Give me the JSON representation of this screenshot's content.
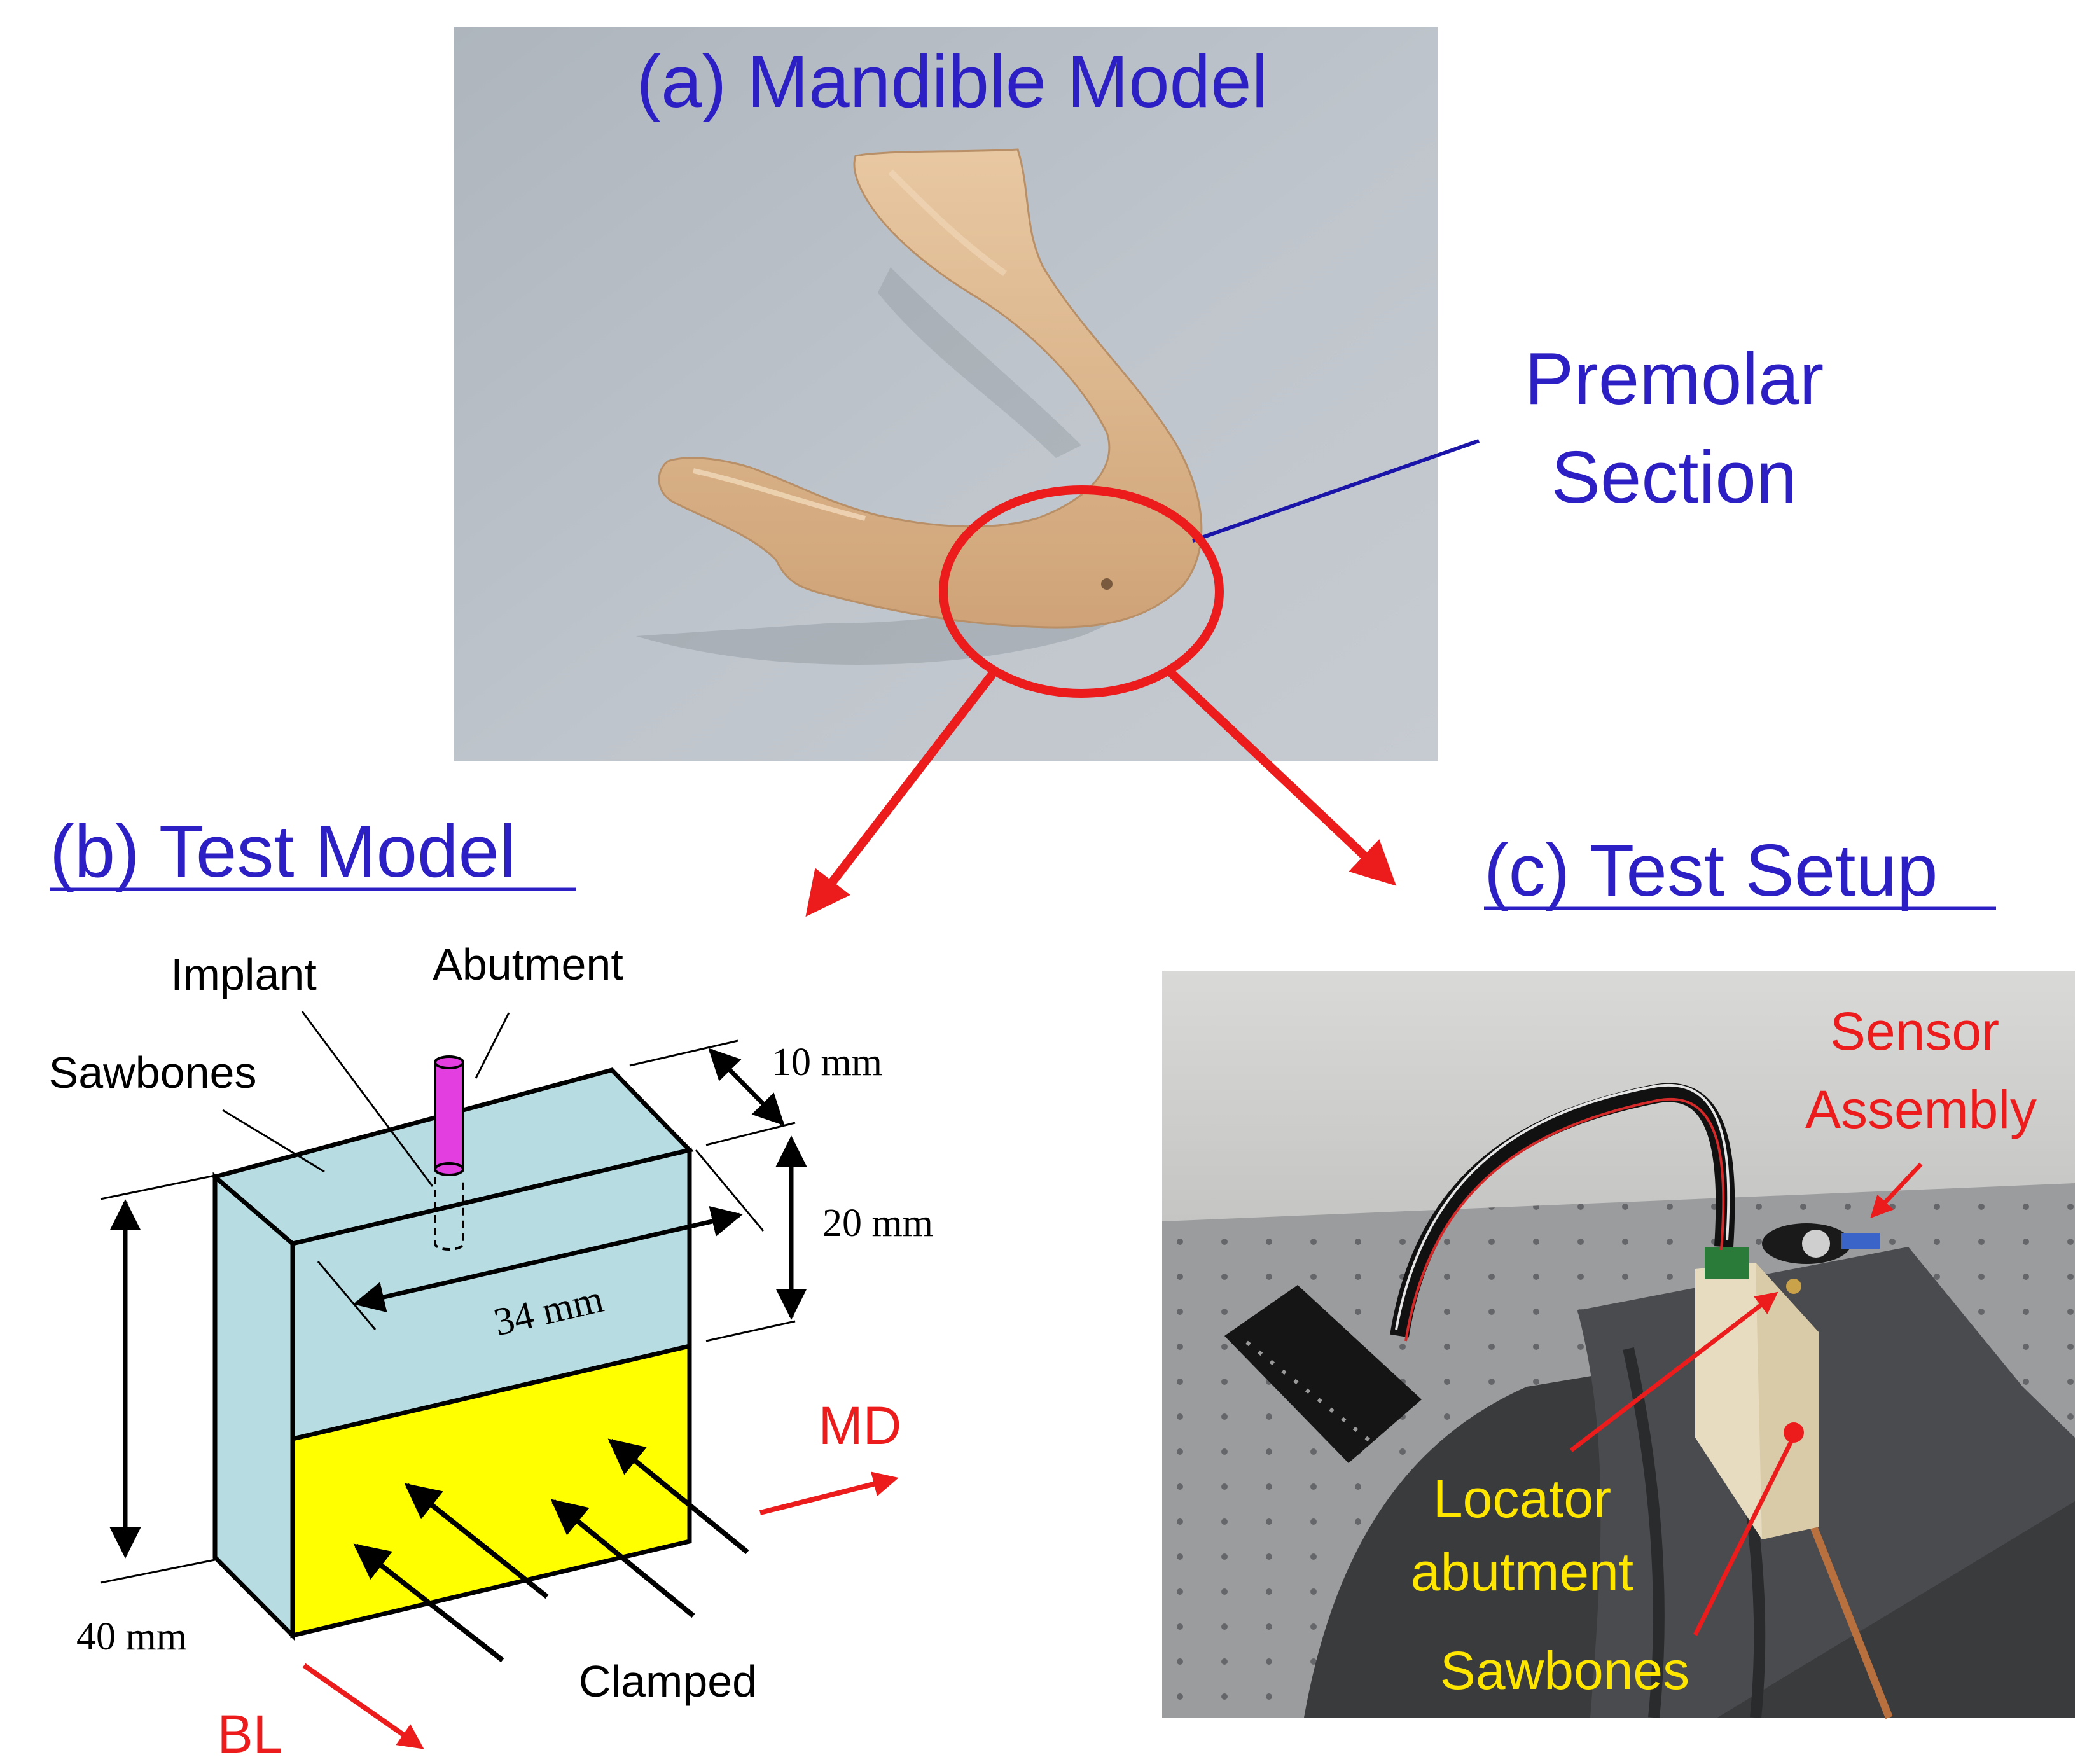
{
  "panel_a": {
    "title": "(a) Mandible Model",
    "callout": {
      "line1": "Premolar",
      "line2": "Section"
    }
  },
  "panel_b": {
    "title": "(b) Test Model",
    "labels": {
      "implant": "Implant",
      "abutment": "Abutment",
      "sawbones": "Sawbones",
      "clamped": "Clamped",
      "md": "MD",
      "bl": "BL"
    },
    "dimensions": {
      "depth": "10 mm",
      "upper_height": "20 mm",
      "width": "34 mm",
      "total_height": "40 mm"
    }
  },
  "panel_c": {
    "title": "(c) Test Setup",
    "labels": {
      "sensor_line1": "Sensor",
      "sensor_line2": "Assembly",
      "locator_line1": "Locator",
      "locator_line2": "abutment",
      "sawbones": "Sawbones"
    }
  },
  "colors": {
    "title_blue": "#2c1fc4",
    "callout_line": "#1a14a8",
    "highlight_red": "#ec1c1c",
    "sawbones_fill": "#b7dde3",
    "clamp_fill": "#ffff00",
    "abutment_magenta": "#e23ee0",
    "label_yellow": "#ffe600",
    "photo_bg": "#b6bcc6",
    "mandible_tan": "#dcb58a"
  }
}
